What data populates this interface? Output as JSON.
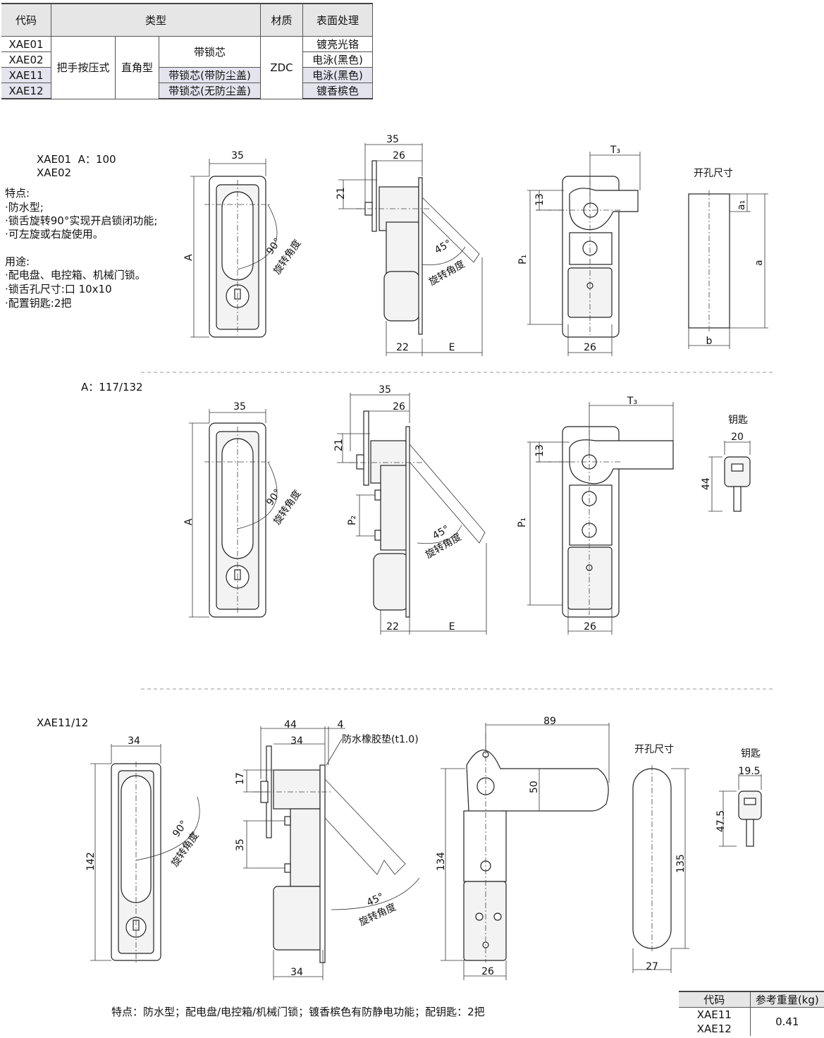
{
  "spec_table": {
    "headers": [
      "代码",
      "类型",
      "材质",
      "表面处理"
    ],
    "codes": [
      "XAE01",
      "XAE02",
      "XAE11",
      "XAE12"
    ],
    "type1": "把手按压式",
    "type2": "直角型",
    "cores": [
      "带锁芯",
      "带锁芯(带防尘盖)",
      "带锁芯(无防尘盖)"
    ],
    "material": "ZDC",
    "finishes": [
      "镀亮光铬",
      "电泳(黑色)",
      "电泳(黑色)",
      "镀香槟色"
    ]
  },
  "section1": {
    "model_line1": "XAE01  A：100",
    "model_line2": "XAE02",
    "features_title": "特点:",
    "features": [
      "·防水型;",
      "·锁舌旋转90°实现开启锁闭功能;",
      "·可左旋或右旋使用。"
    ],
    "usage_title": "用途:",
    "usage": [
      "·配电盘、电控箱、机械门锁。",
      "·锁舌孔尺寸:口 10x10",
      "·配置钥匙:2把"
    ],
    "dims": {
      "front_w": "35",
      "A": "A",
      "angle90": "90°",
      "rot": "旋转角度",
      "side_w": "35",
      "side_26": "26",
      "d21": "21",
      "angle45": "45°",
      "d22": "22",
      "E": "E",
      "T3": "T₃",
      "d13": "13",
      "P1": "P₁",
      "back_26": "26",
      "cutout_title": "开孔尺寸",
      "a1": "a₁",
      "a": "a",
      "b": "b"
    }
  },
  "section2": {
    "model": "A：117/132",
    "dims": {
      "front_w": "35",
      "A": "A",
      "angle90": "90°",
      "rot": "旋转角度",
      "side_w": "35",
      "side_26": "26",
      "d21": "21",
      "P2": "P₂",
      "angle45": "45°",
      "d22": "22",
      "E": "E",
      "T3": "T₃",
      "d13": "13",
      "P1": "P₁",
      "back_26": "26",
      "key_title": "钥匙",
      "key_w": "20",
      "key_h": "44"
    }
  },
  "section3": {
    "model": "XAE11/12",
    "dims": {
      "front_w": "34",
      "h142": "142",
      "angle90": "90°",
      "rot": "旋转角度",
      "side_44": "44",
      "side_4": "4",
      "side_34": "34",
      "gasket": "防水橡胶垫(t1.0)",
      "d17": "17",
      "d35": "35",
      "angle45": "45°",
      "bottom_34": "34",
      "d89": "89",
      "d50": "50",
      "d134": "134",
      "back_26": "26",
      "cutout_title": "开孔尺寸",
      "d135": "135",
      "d27": "27",
      "key_title": "钥匙",
      "key_w": "19.5",
      "key_h": "47.5"
    },
    "note": "特点：防水型；配电盘/电控箱/机械门锁；镀香槟色有防静电功能；配钥匙：2把"
  },
  "weight_table": {
    "headers": [
      "代码",
      "参考重量(kg)"
    ],
    "codes": [
      "XAE11",
      "XAE12"
    ],
    "weight": "0.41"
  }
}
